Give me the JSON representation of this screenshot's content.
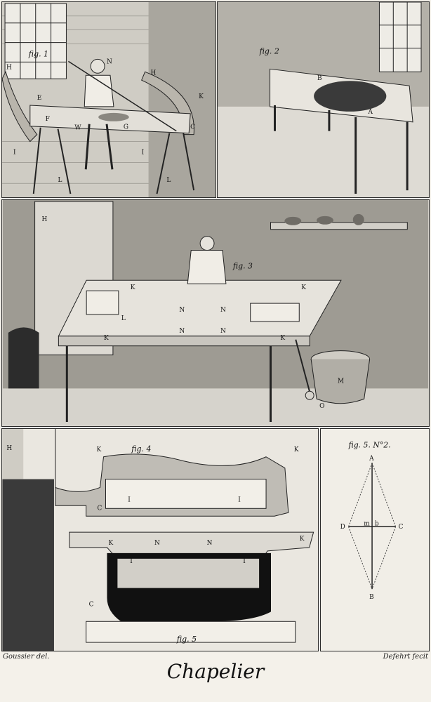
{
  "fig1": {
    "caption": "fig. 1",
    "letters": [
      "H",
      "H",
      "K",
      "N",
      "E",
      "W",
      "G",
      "C",
      "F",
      "I",
      "I",
      "L",
      "L"
    ]
  },
  "fig2": {
    "caption": "fig. 2",
    "letters": [
      "B",
      "A"
    ]
  },
  "fig3": {
    "caption": "fig. 3",
    "letters": [
      "H",
      "K",
      "K",
      "K",
      "K",
      "L",
      "N",
      "N",
      "N",
      "N",
      "M",
      "O"
    ]
  },
  "fig4": {
    "caption": "fig. 4",
    "letters": [
      "H",
      "K",
      "K",
      "C",
      "I",
      "I",
      "K",
      "K",
      "N",
      "N",
      "I",
      "I",
      "C"
    ],
    "caption5": "fig. 5"
  },
  "fig5n2": {
    "caption": "fig. 5. N°2.",
    "letters": [
      "A",
      "D",
      "m",
      "b",
      "C",
      "B"
    ]
  },
  "credits": {
    "left": "Goussier del.",
    "right": "Defehrt fecit"
  },
  "title": "Chapelier"
}
